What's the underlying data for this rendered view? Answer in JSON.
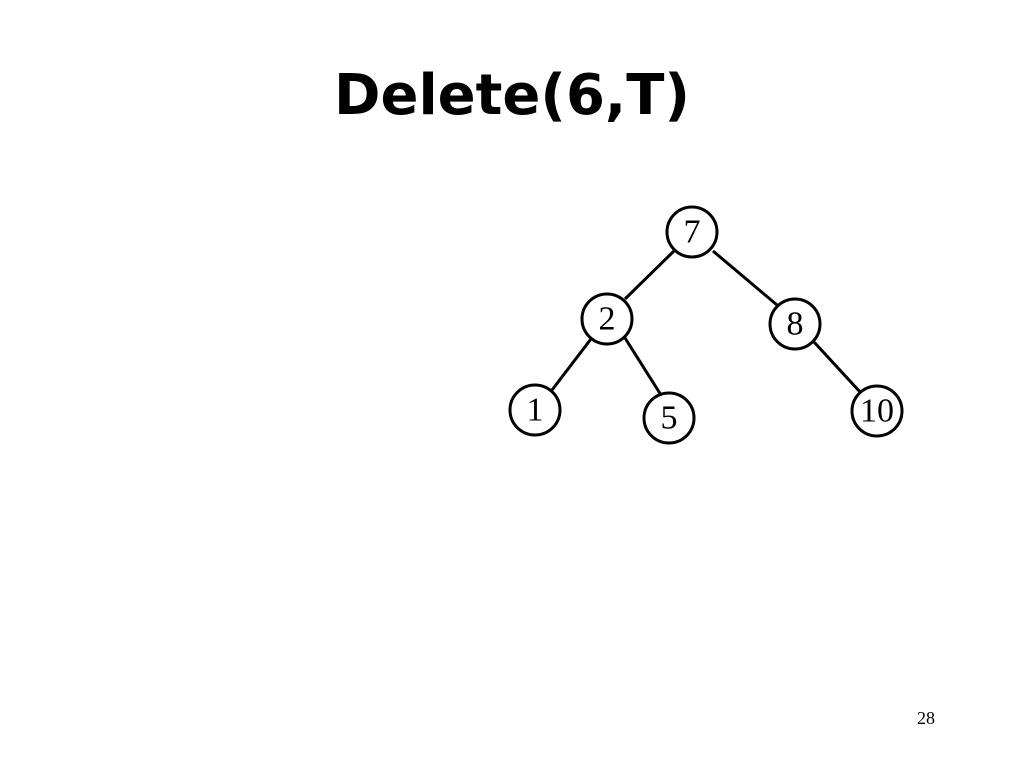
{
  "slide": {
    "title": "Delete(6,T)",
    "page_number": "28"
  },
  "tree": {
    "nodes": [
      {
        "id": "n7",
        "label": "7"
      },
      {
        "id": "n2",
        "label": "2"
      },
      {
        "id": "n8",
        "label": "8"
      },
      {
        "id": "n1",
        "label": "1"
      },
      {
        "id": "n5",
        "label": "5"
      },
      {
        "id": "n10",
        "label": "10"
      }
    ],
    "edges": [
      {
        "from": "7",
        "to": "2"
      },
      {
        "from": "7",
        "to": "8"
      },
      {
        "from": "2",
        "to": "1"
      },
      {
        "from": "2",
        "to": "5"
      },
      {
        "from": "8",
        "to": "10"
      }
    ]
  }
}
